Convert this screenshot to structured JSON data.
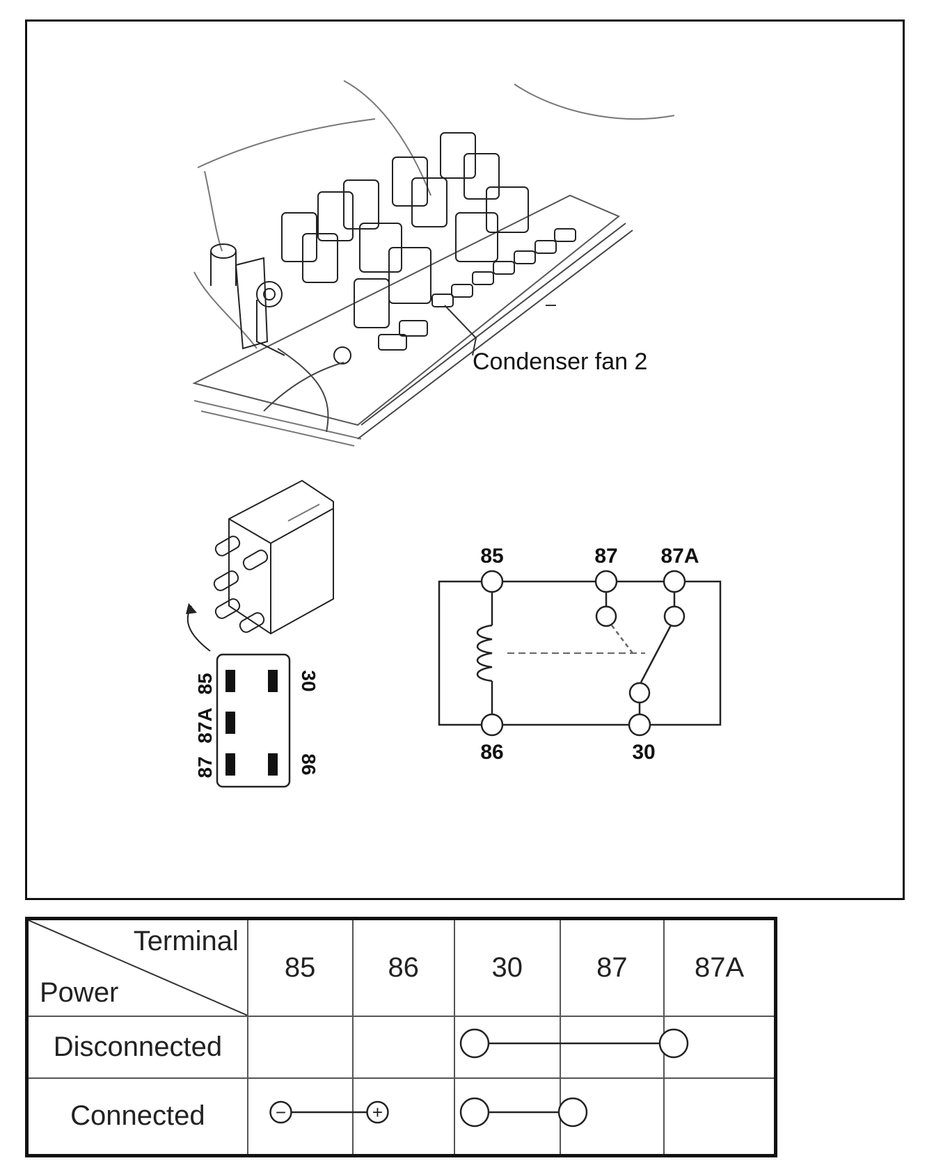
{
  "figure": {
    "callout_label": "Condenser fan 2",
    "relay_pins": {
      "left_column_top": "87 87A 85",
      "right_top": "30",
      "right_bottom": "86",
      "left_labels": [
        "85",
        "87A",
        "87"
      ]
    },
    "schematic_terminals": {
      "top": [
        "85",
        "87",
        "87A"
      ],
      "bottom": [
        "86",
        "30"
      ]
    }
  },
  "table": {
    "corner_top": "Terminal",
    "corner_bottom": "Power",
    "columns": [
      "85",
      "86",
      "30",
      "87",
      "87A"
    ],
    "rows": [
      {
        "label": "Disconnected",
        "connections": [
          {
            "from": "30",
            "to": "87A"
          }
        ]
      },
      {
        "label": "Connected",
        "connections": [
          {
            "from": "85",
            "to": "86",
            "from_sign": "−",
            "to_sign": "+"
          },
          {
            "from": "30",
            "to": "87"
          }
        ]
      }
    ]
  }
}
